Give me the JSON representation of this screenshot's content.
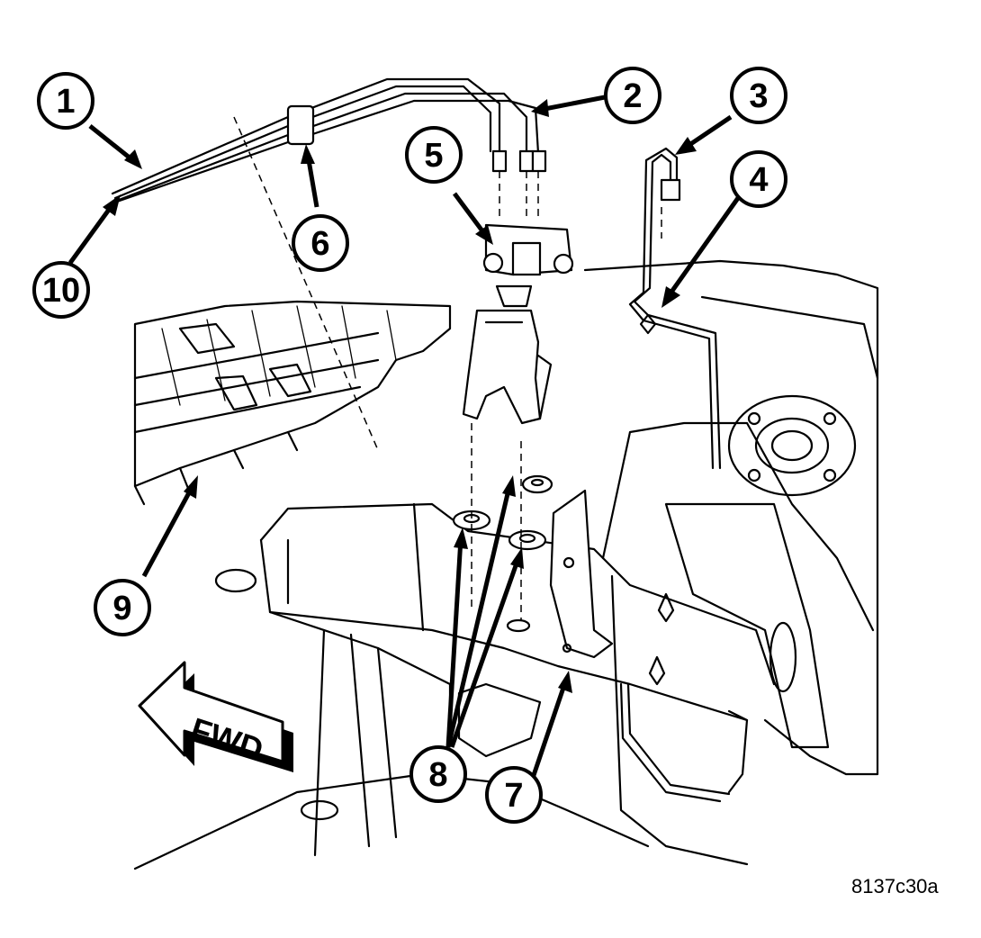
{
  "callouts": [
    {
      "id": "1",
      "label": "1"
    },
    {
      "id": "2",
      "label": "2"
    },
    {
      "id": "3",
      "label": "3"
    },
    {
      "id": "4",
      "label": "4"
    },
    {
      "id": "5",
      "label": "5"
    },
    {
      "id": "6",
      "label": "6"
    },
    {
      "id": "7",
      "label": "7"
    },
    {
      "id": "8",
      "label": "8"
    },
    {
      "id": "9",
      "label": "9"
    },
    {
      "id": "10",
      "label": "10"
    }
  ],
  "direction_arrow": {
    "label": "FWD"
  },
  "figure_id": "8137c30a"
}
